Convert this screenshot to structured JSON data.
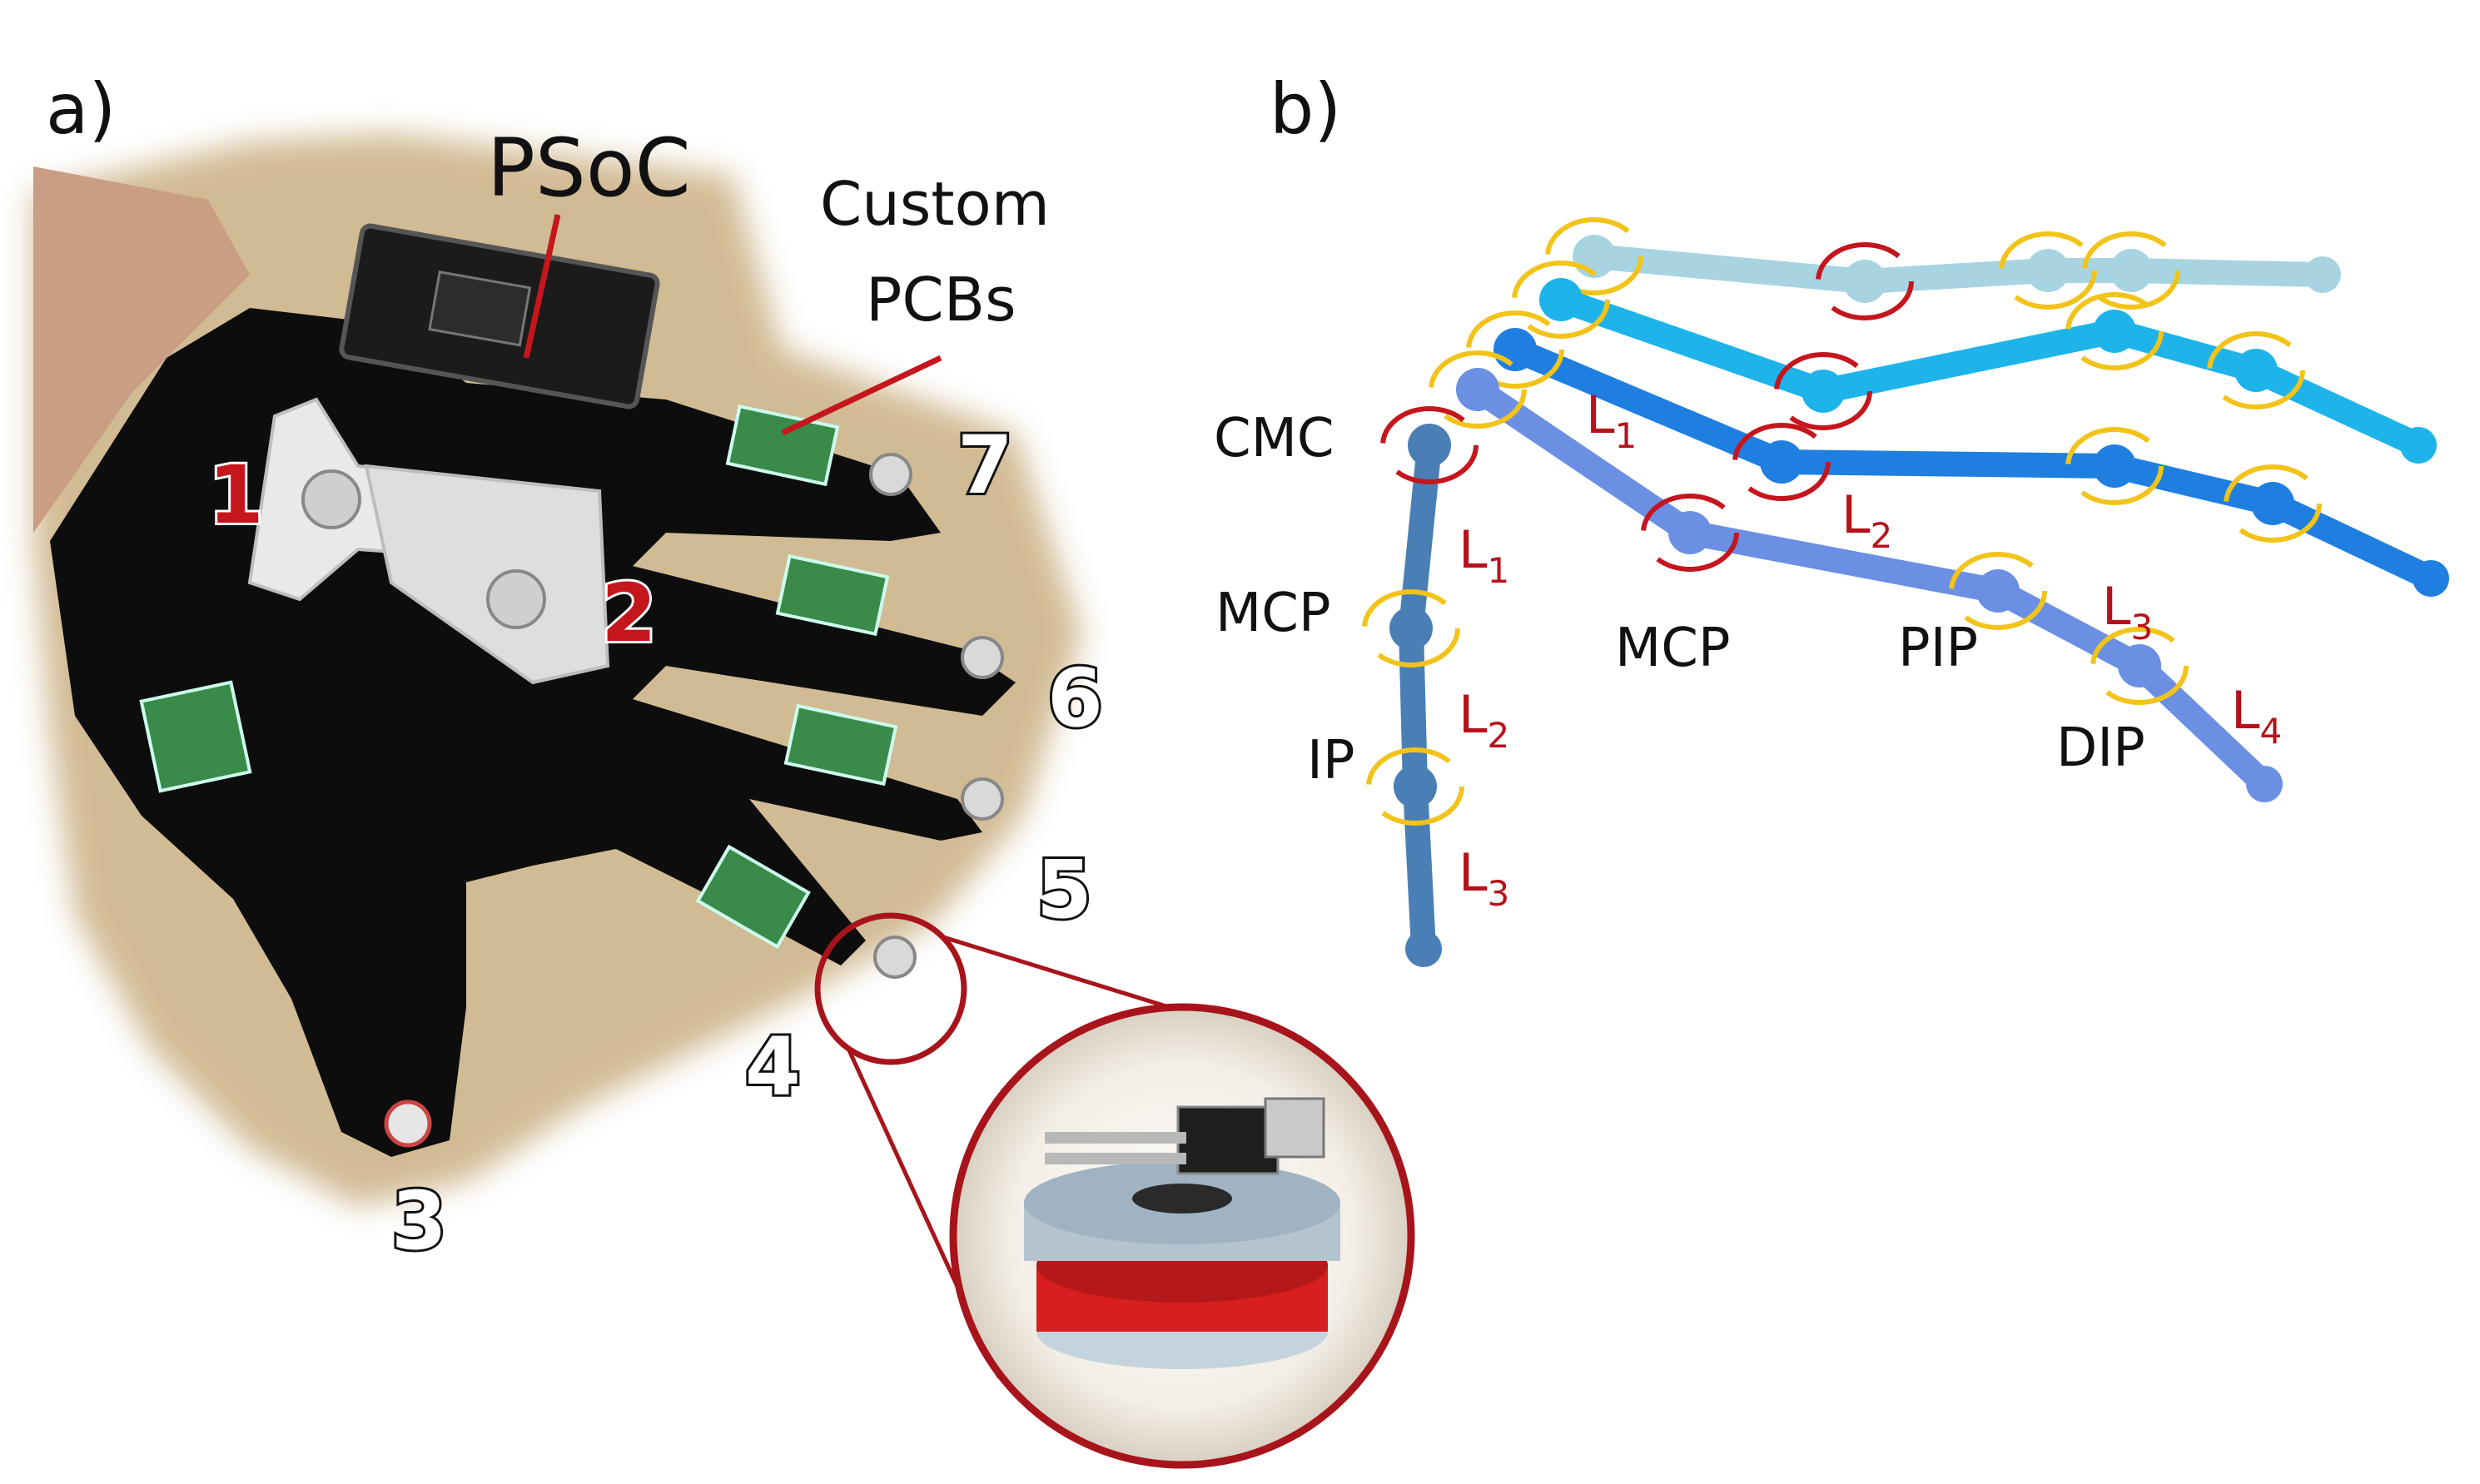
{
  "panels": {
    "a": "a)",
    "b": "b)"
  },
  "callouts": {
    "psoc": "PSoC",
    "custom_pcbs_line1": "Custom",
    "custom_pcbs_line2": "PCBs"
  },
  "sensor_numbers": [
    "1",
    "2",
    "3",
    "4",
    "5",
    "6",
    "7"
  ],
  "joint_labels": {
    "cmc": "CMC",
    "thumb_mcp": "MCP",
    "ip": "IP",
    "finger_mcp": "MCP",
    "pip": "PIP",
    "dip": "DIP"
  },
  "segment_labels": {
    "letter": "L",
    "thumb": [
      "1",
      "2",
      "3"
    ],
    "finger": [
      "1",
      "2",
      "3",
      "4"
    ]
  },
  "colors": {
    "thumb": "#4a7fb5",
    "index": "#6b8fe3",
    "middle": "#1f7fe0",
    "ring": "#1eb4ea",
    "little": "#a8d4e2",
    "joint_ring_yellow": "#f2c318",
    "joint_ring_red": "#c4161c",
    "label_red": "#b5121b",
    "glove": "#0d0d0d",
    "board_tan": "#cdb489"
  }
}
